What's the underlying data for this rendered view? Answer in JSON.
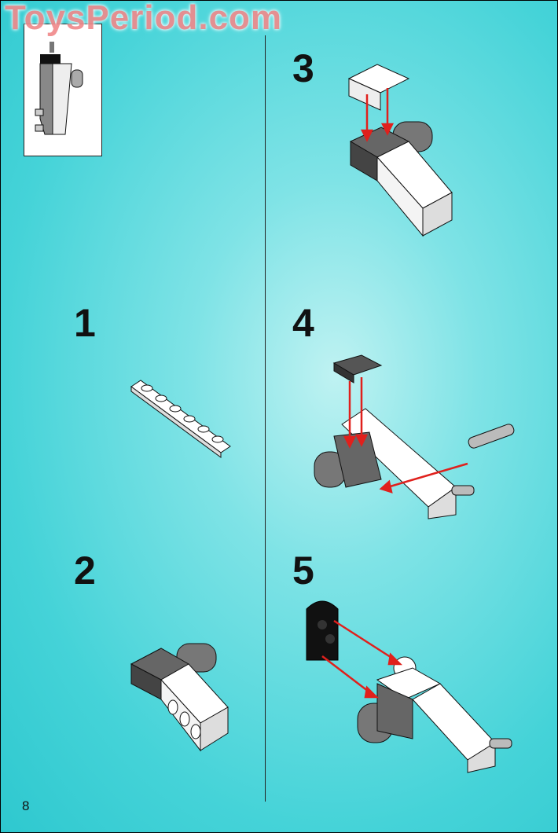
{
  "watermark": "ToysPeriod.com",
  "page_number": "8",
  "steps": [
    {
      "label": "1"
    },
    {
      "label": "2"
    },
    {
      "label": "3"
    },
    {
      "label": "4"
    },
    {
      "label": "5"
    }
  ],
  "colors": {
    "background": "#45d3d8",
    "arrow": "#e0201c",
    "brick_white": "#ffffff",
    "brick_dark": "#555a5a"
  }
}
